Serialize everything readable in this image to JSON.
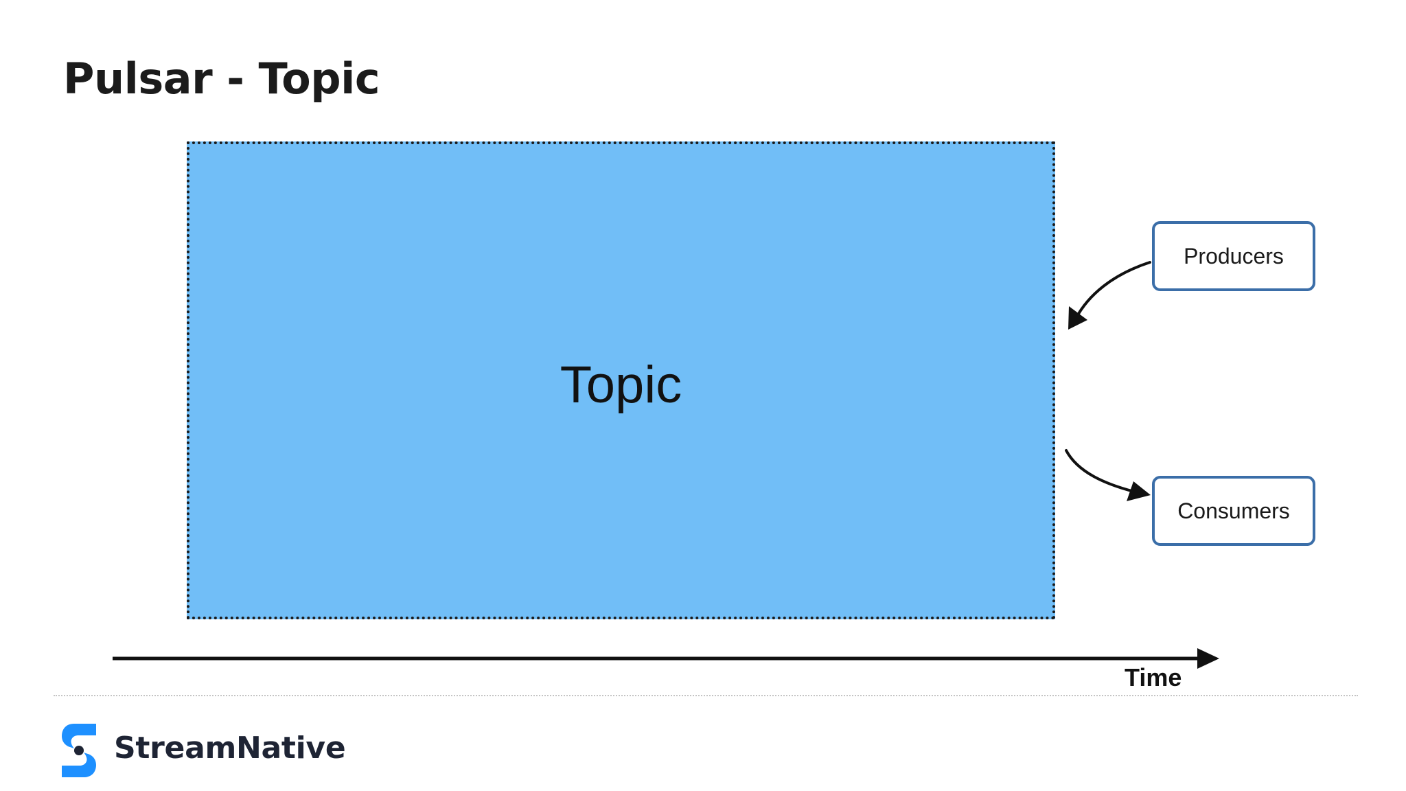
{
  "slide": {
    "title": "Pulsar - Topic"
  },
  "diagram": {
    "topic_label": "Topic",
    "producers_label": "Producers",
    "consumers_label": "Consumers",
    "time_label": "Time"
  },
  "footer": {
    "brand_name": "StreamNative"
  },
  "colors": {
    "topic_fill": "#71bef7",
    "role_border": "#3b6ea8",
    "brand_blue": "#1e90ff",
    "brand_text": "#1e2434"
  },
  "icons": {
    "brand_logo": "streamnative-logo-icon"
  }
}
